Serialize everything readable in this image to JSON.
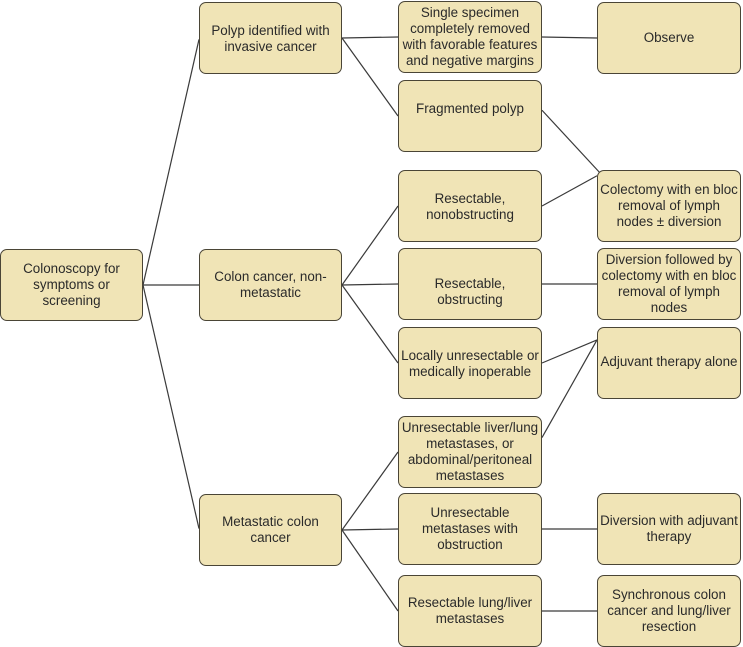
{
  "title": "Colon cancer management flowchart",
  "colors": {
    "node_fill": "#f0e4b6",
    "node_border": "#4a4536",
    "edge": "#3a3a3a",
    "text": "#2a2a2a"
  },
  "nodes": {
    "root": "Colonoscopy for symptoms or screening",
    "polyp": "Polyp identified with invasive cancer",
    "nonmet": "Colon cancer, non-metastatic",
    "met": "Metastatic colon cancer",
    "single": "Single specimen completely removed with favorable features and negative margins",
    "frag": "Fragmented polyp",
    "resnon": "Resectable, nonobstructing",
    "resobs": "Resectable, obstructing",
    "locunres": "Locally unresectable or medically inoperable",
    "unresliver": "Unresectable liver/lung metastases, or abdominal/peritoneal metastases",
    "unresobs": "Unresectable metastases with obstruction",
    "resliver": "Resectable lung/liver metastases",
    "observe": "Observe",
    "colectomy": "Colectomy with en bloc removal of lymph nodes ± diversion",
    "diversion": "Diversion followed by colectomy with en bloc removal of lymph nodes",
    "adjuvant": "Adjuvant therapy alone",
    "divadj": "Diversion with adjuvant therapy",
    "sync": "Synchronous colon cancer and lung/liver resection"
  },
  "edges": [
    [
      "root",
      "polyp"
    ],
    [
      "root",
      "nonmet"
    ],
    [
      "root",
      "met"
    ],
    [
      "polyp",
      "single"
    ],
    [
      "polyp",
      "frag"
    ],
    [
      "nonmet",
      "resnon"
    ],
    [
      "nonmet",
      "resobs"
    ],
    [
      "nonmet",
      "locunres"
    ],
    [
      "met",
      "unresliver"
    ],
    [
      "met",
      "unresobs"
    ],
    [
      "met",
      "resliver"
    ],
    [
      "single",
      "observe"
    ],
    [
      "frag",
      "colectomy"
    ],
    [
      "resnon",
      "colectomy"
    ],
    [
      "resobs",
      "diversion"
    ],
    [
      "locunres",
      "adjuvant"
    ],
    [
      "unresliver",
      "adjuvant"
    ],
    [
      "unresobs",
      "divadj"
    ],
    [
      "resliver",
      "sync"
    ]
  ]
}
